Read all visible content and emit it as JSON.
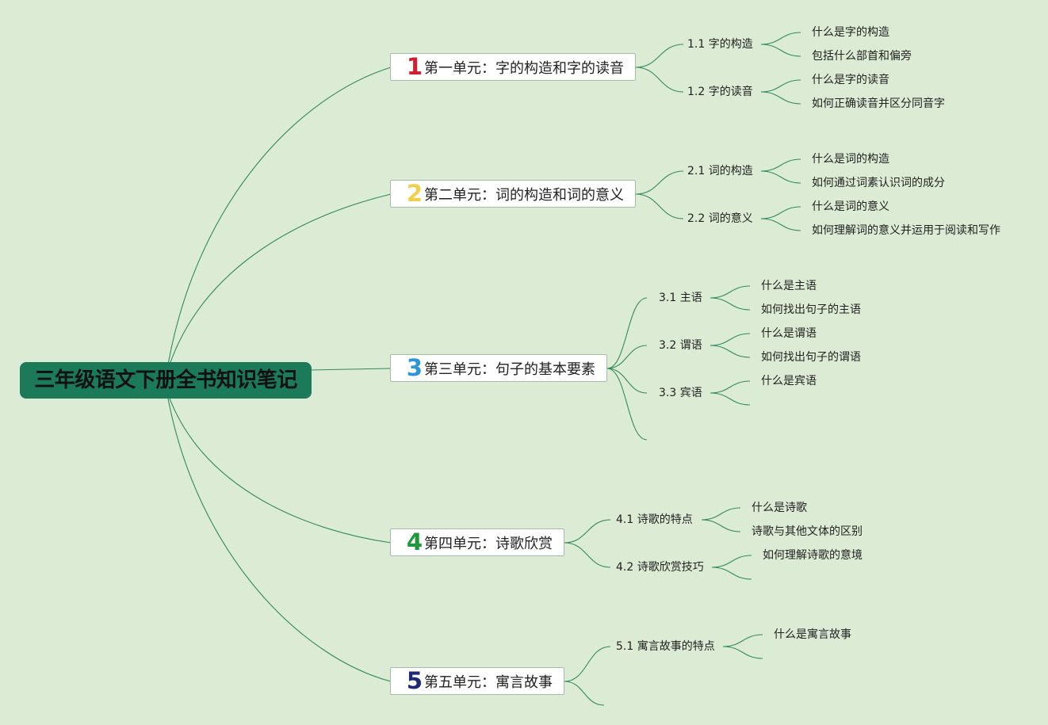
{
  "root": {
    "title": "三年级语文下册全书知识笔记"
  },
  "units": [
    {
      "num": "1",
      "num_color": "#d0202e",
      "label": "第一单元：字的构造和字的读音",
      "subs": [
        {
          "label": "1.1 字的构造",
          "leaves": [
            "什么是字的构造",
            "包括什么部首和偏旁"
          ]
        },
        {
          "label": "1.2 字的读音",
          "leaves": [
            "什么是字的读音",
            "如何正确读音并区分同音字"
          ]
        }
      ]
    },
    {
      "num": "2",
      "num_color": "#f0cf4a",
      "label": "第二单元：词的构造和词的意义",
      "subs": [
        {
          "label": "2.1 词的构造",
          "leaves": [
            "什么是词的构造",
            "如何通过词素认识词的成分"
          ]
        },
        {
          "label": "2.2 词的意义",
          "leaves": [
            "什么是词的意义",
            "如何理解词的意义并运用于阅读和写作"
          ]
        }
      ]
    },
    {
      "num": "3",
      "num_color": "#2a96d8",
      "label": "第三单元：句子的基本要素",
      "subs": [
        {
          "label": "3.1 主语",
          "leaves": [
            "什么是主语",
            "如何找出句子的主语"
          ]
        },
        {
          "label": "3.2 谓语",
          "leaves": [
            "什么是谓语",
            "如何找出句子的谓语"
          ]
        },
        {
          "label": "3.3 宾语",
          "leaves": [
            "什么是宾语",
            ""
          ]
        },
        {
          "label": "",
          "leaves": []
        }
      ]
    },
    {
      "num": "4",
      "num_color": "#1e9a3a",
      "label": "第四单元：诗歌欣赏",
      "subs": [
        {
          "label": "4.1 诗歌的特点",
          "leaves": [
            "什么是诗歌",
            "诗歌与其他文体的区别"
          ]
        },
        {
          "label": "4.2 诗歌欣赏技巧",
          "leaves": [
            "如何理解诗歌的意境",
            ""
          ]
        }
      ]
    },
    {
      "num": "5",
      "num_color": "#1c2a78",
      "label": "第五单元：寓言故事",
      "subs": [
        {
          "label": "5.1 寓言故事的特点",
          "leaves": [
            "什么是寓言故事",
            ""
          ]
        },
        {
          "label": "",
          "leaves": []
        }
      ]
    }
  ]
}
